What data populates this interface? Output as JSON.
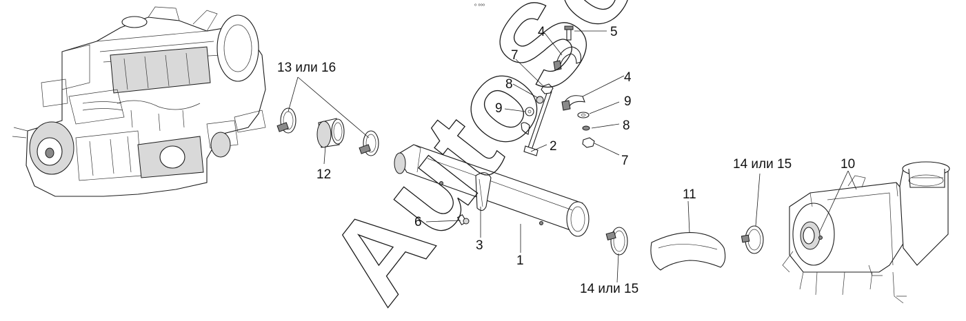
{
  "labels": {
    "part_1": "1",
    "part_2": "2",
    "part_3": "3",
    "part_4_top": "4",
    "part_4_mid": "4",
    "part_5": "5",
    "part_6": "6",
    "part_7_left": "7",
    "part_7_right": "7",
    "part_8_left": "8",
    "part_8_right": "8",
    "part_9_left": "9",
    "part_9_right": "9",
    "part_10": "10",
    "part_11": "11",
    "part_12": "12",
    "part_13_16": "13 или 16",
    "part_14_15_bottom": "14 или 15",
    "part_14_15_top": "14 или 15",
    "corner_mark": "⁰ ⁰⁰⁰"
  },
  "watermark": {
    "text": "AutoSoft"
  }
}
